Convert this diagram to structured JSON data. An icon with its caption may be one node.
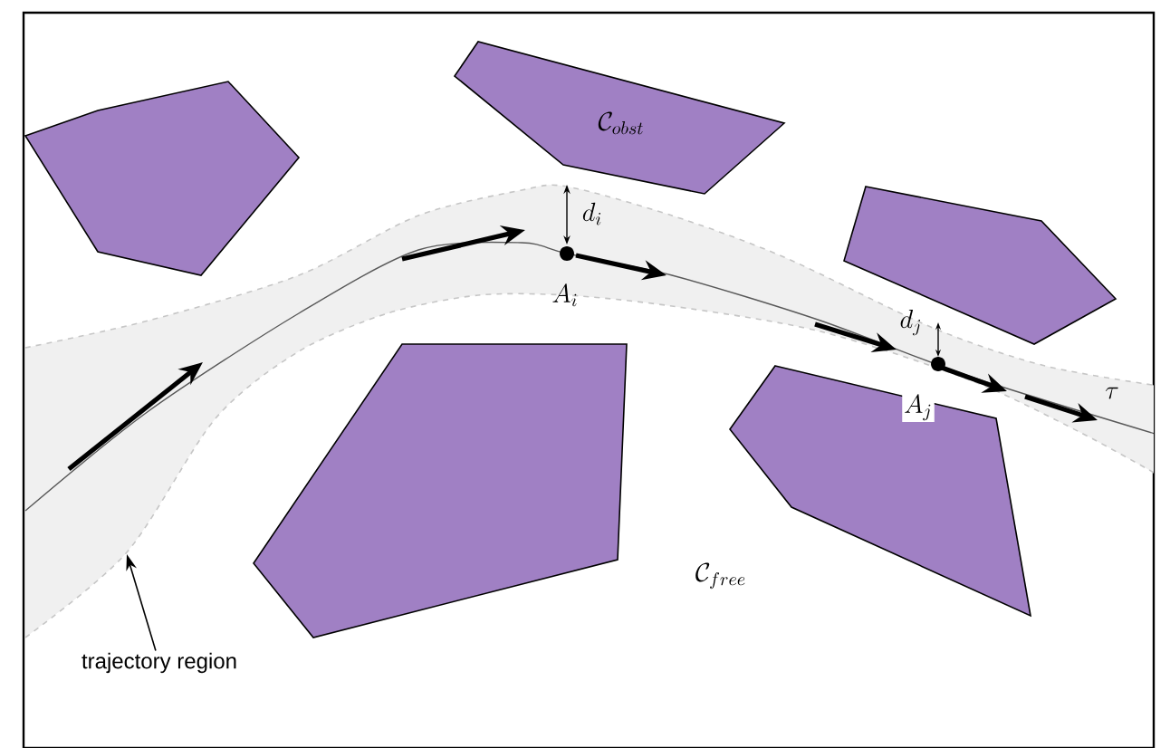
{
  "diagram": {
    "nodes": [
      {
        "text": [],
        "shape": "polygon"
      },
      {
        "text": [
          "\\mathcal{C}_{obst}"
        ]
      },
      {
        "text": [],
        "shape": "polygon"
      },
      {
        "text": [],
        "shape": "band"
      },
      {
        "text": [],
        "shape": "polygon"
      },
      {
        "text": [],
        "shape": "polygon"
      },
      {
        "text": [
          "trajectory region"
        ]
      }
    ],
    "edges": [
      {
        "from": 6,
        "to": 3,
        "arrow": "to"
      }
    ],
    "labels": [
      "d_i",
      "A_i",
      "d_j",
      "A_j",
      "\\tau",
      "\\mathcal{C}_{free}"
    ]
  }
}
